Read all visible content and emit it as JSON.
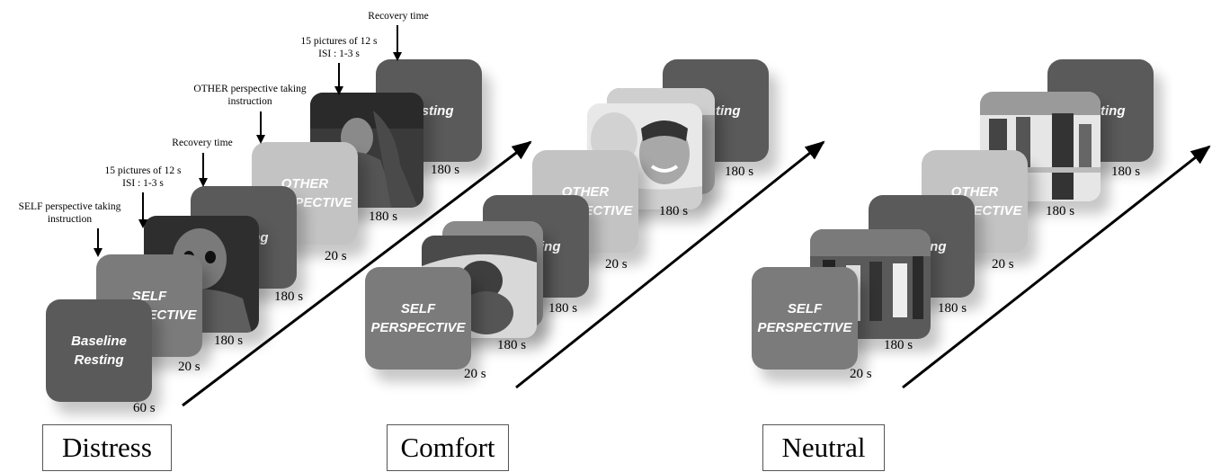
{
  "cards": {
    "baseline": "Baseline\nResting",
    "self": "SELF\nPERSPECTIVE",
    "other": "OTHER\nPERSPECTIVE",
    "resting": "Resting"
  },
  "durations": {
    "d60": "60 s",
    "d20": "20 s",
    "d180": "180 s"
  },
  "annotations": {
    "self_instruction": "SELF perspective taking\ninstruction",
    "pictures": "15 pictures of 12 s\nISI : 1-3 s",
    "recovery": "Recovery time",
    "other_instruction": "OTHER perspective taking\ninstruction"
  },
  "conditions": {
    "distress": "Distress",
    "comfort": "Comfort",
    "neutral": "Neutral"
  },
  "colors": {
    "dark_card": "#5a5a5a",
    "mid_card": "#7b7b7b",
    "light_card": "#c3c3c3"
  }
}
